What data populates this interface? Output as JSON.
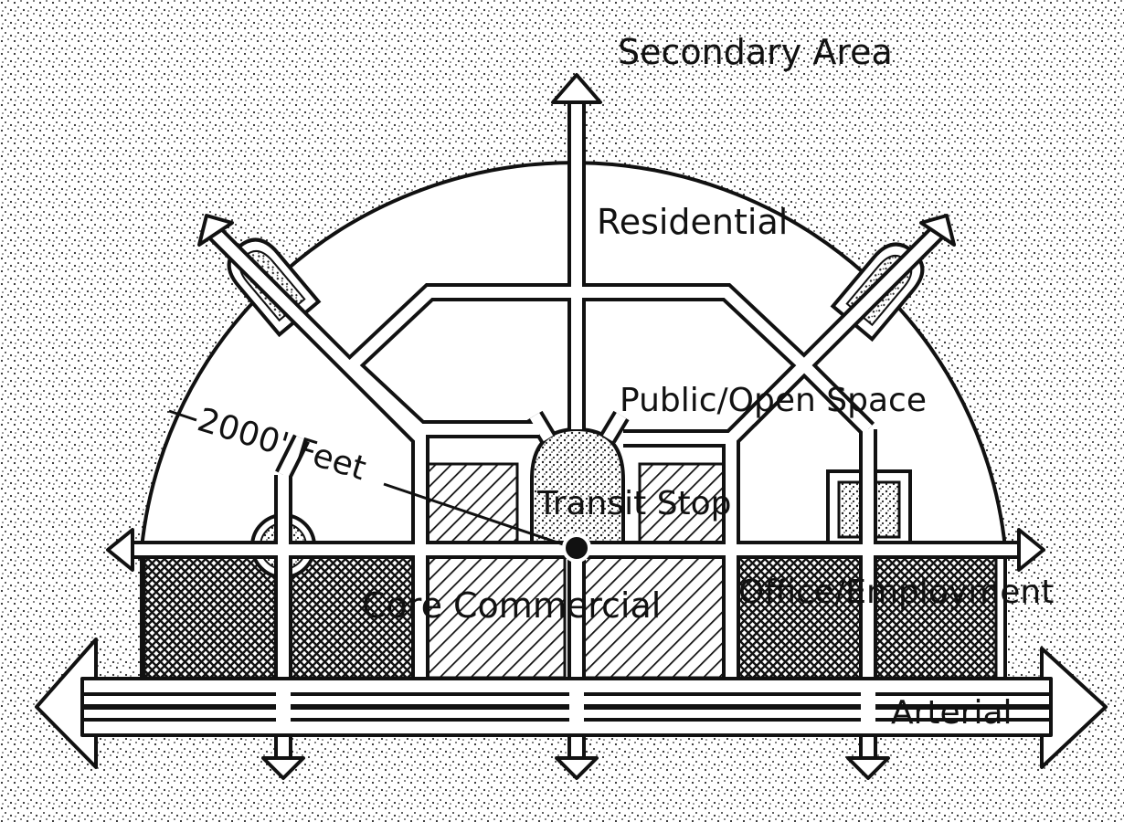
{
  "labels": {
    "secondary_area": "Secondary Area",
    "residential": "Residential",
    "public_open_space": "Public/Open Space",
    "distance": "2000' Feet",
    "transit_stop": "Transit Stop",
    "core_commercial": "Core Commercial",
    "office_employment": "Office/Employment",
    "arterial": "Arterial"
  },
  "colors": {
    "ink": "#111111",
    "paper": "#ffffff",
    "stipple": "#2a2a2a"
  },
  "icons": {
    "transit_stop": "filled-circle-dot",
    "road_end": "arrow-head"
  }
}
